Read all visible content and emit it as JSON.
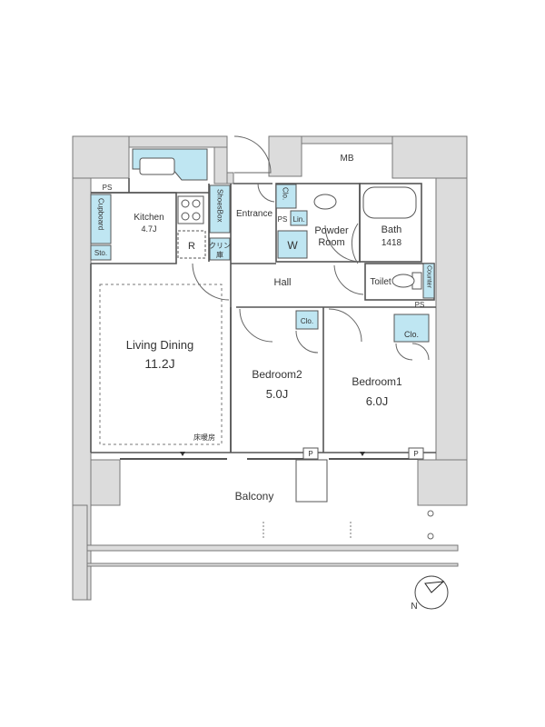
{
  "rooms": {
    "living_dining": {
      "name": "Living Dining",
      "size": "11.2J",
      "floor_heating": "床暖房"
    },
    "kitchen": {
      "name": "Kitchen",
      "size": "4.7J"
    },
    "bedroom1": {
      "name": "Bedroom1",
      "size": "6.0J"
    },
    "bedroom2": {
      "name": "Bedroom2",
      "size": "5.0J"
    },
    "bath": {
      "name": "Bath",
      "size": "1418"
    },
    "powder_room": {
      "name_line1": "Powder",
      "name_line2": "Room"
    },
    "entrance": {
      "name": "Entrance"
    },
    "hall": {
      "name": "Hall"
    },
    "toilet": {
      "name": "Toilet"
    },
    "balcony": {
      "name": "Balcony"
    },
    "mb": {
      "name": "MB"
    }
  },
  "fixtures": {
    "ps_top_left": "PS",
    "ps_entrance": "PS",
    "ps_right": "PS",
    "cupboard": "Cupboard",
    "sto": "Sto.",
    "shoes_box": "ShoesBox",
    "clo_entrance": "Clo.",
    "lin": "Lin.",
    "washer": "W",
    "refrigerator": "R",
    "clean_closet_line1": "クリン",
    "clean_closet_line2": "庫",
    "counter": "Counter",
    "clo_bedroom2": "Clo.",
    "clo_bedroom1": "Clo.",
    "p_bedroom2": "P",
    "p_bedroom1": "P"
  },
  "compass": {
    "label": "N"
  },
  "colors": {
    "wall": "#dcdcdc",
    "wall_edge": "#666666",
    "storage": "#bfe6f2",
    "line": "#555555"
  }
}
